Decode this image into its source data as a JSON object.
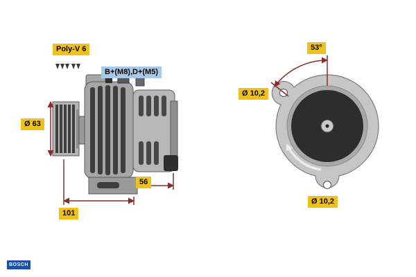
{
  "drawing": {
    "side_view": {
      "belt_label": "Poly-V 6",
      "terminal_label": "B+(M8),D+(M5)",
      "pulley_diameter": "Ø 63",
      "overall_length": "101",
      "rear_length": "56"
    },
    "rear_view": {
      "mount_angle": "53°",
      "top_hole_diameter": "Ø 10,2",
      "bottom_hole_diameter": "Ø 10,2"
    }
  },
  "logo": {
    "text": "BOSCH"
  },
  "colors": {
    "label_bg": "#f0c11a",
    "terminal_label_bg": "#a9c9e8",
    "dim_line": "#8a2a2a",
    "logo_blue": "#1b4faa"
  }
}
